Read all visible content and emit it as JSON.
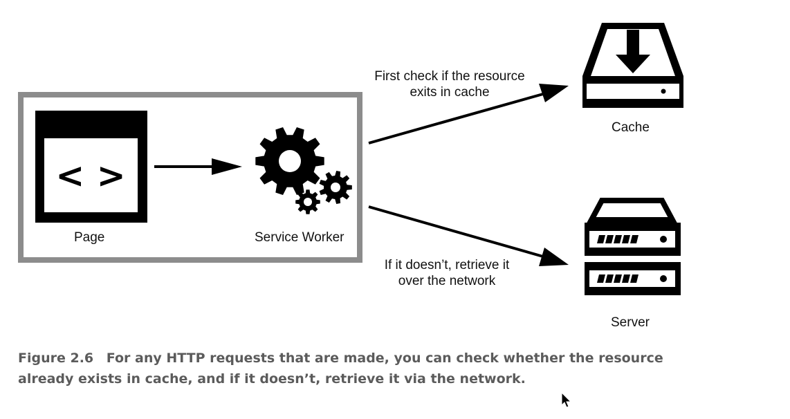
{
  "diagram": {
    "page_label": "Page",
    "service_worker_label": "Service Worker",
    "cache_label": "Cache",
    "server_label": "Server",
    "cache_arrow_label_line1": "First check if the resource",
    "cache_arrow_label_line2": "exits in cache",
    "network_arrow_label_line1": "If it doesn’t, retrieve it",
    "network_arrow_label_line2": "over the network",
    "code_glyph": "< >"
  },
  "caption": {
    "number": "Figure 2.6",
    "text": "For any HTTP requests that are made, you can check whether the resource already exists in cache, and if it doesn’t, retrieve it via the network."
  },
  "colors": {
    "box_border": "#8c8c8c",
    "ink": "#000000",
    "caption": "#5b5b5b"
  },
  "icons": [
    "browser-window-icon",
    "gears-icon",
    "cache-drive-icon",
    "server-icon",
    "mouse-cursor-icon"
  ]
}
